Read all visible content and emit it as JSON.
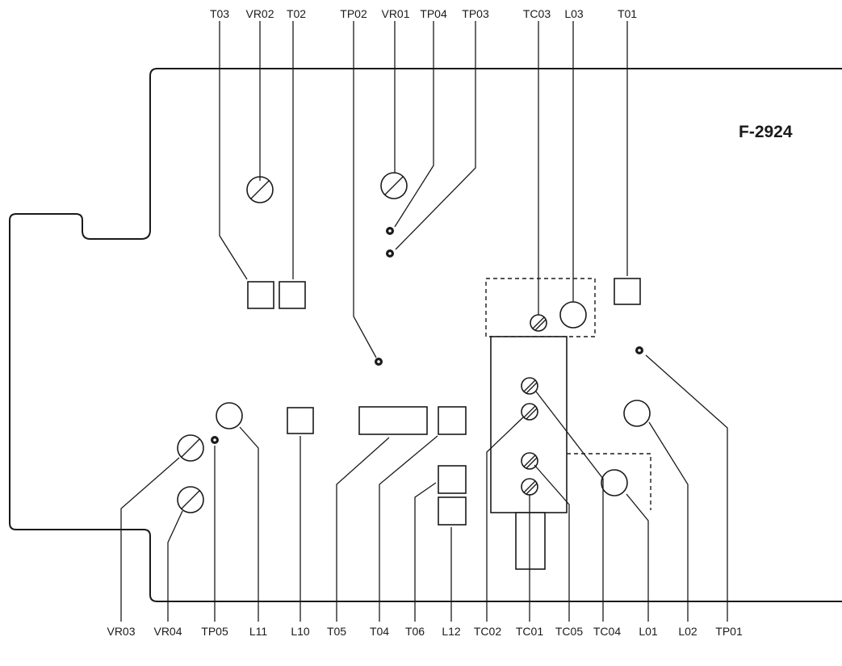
{
  "board_id": "F-2924",
  "labels_top": [
    "T03",
    "VR02",
    "T02",
    "TP02",
    "VR01",
    "TP04",
    "TP03",
    "TC03",
    "L03",
    "T01"
  ],
  "labels_bottom": [
    "VR03",
    "VR04",
    "TP05",
    "L11",
    "L10",
    "T05",
    "T04",
    "T06",
    "L12",
    "TC02",
    "TC01",
    "TC05",
    "TC04",
    "L01",
    "L02",
    "TP01"
  ],
  "colors": {
    "ink": "#1a1a1a",
    "paper": "#ffffff"
  }
}
